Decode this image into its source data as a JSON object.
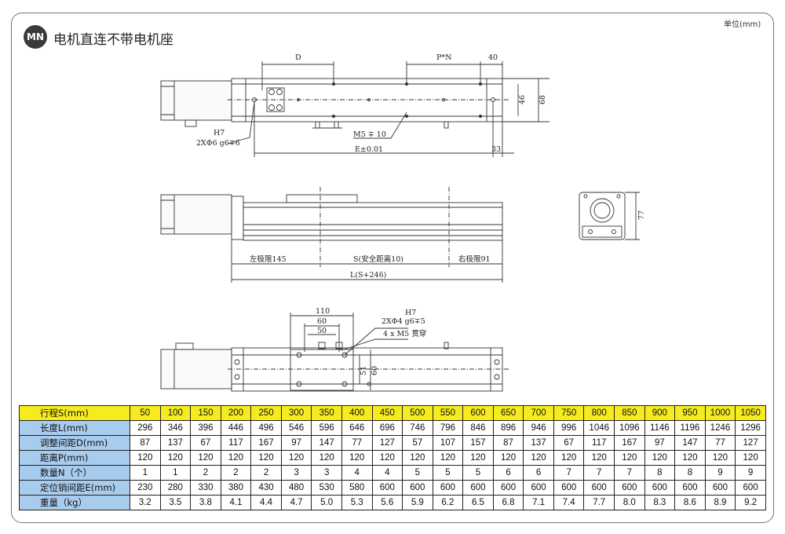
{
  "header": {
    "badge": "MN",
    "title": "电机直连不带电机座",
    "unit": "单位(mm)"
  },
  "drawing": {
    "top_view": {
      "labels": {
        "d": "D",
        "pn": "P*N",
        "forty": "40",
        "h46": "46",
        "h68": "68",
        "h7": "H7",
        "pin_spec": "2XΦ6 g6∓6",
        "m5": "M5 ∓ 10",
        "e": "E±0.01",
        "thirtythree": "33"
      }
    },
    "side_view": {
      "labels": {
        "left_limit": "左极限145",
        "stroke": "S(安全距离10)",
        "right_limit": "右极限91",
        "length": "L(S+246)"
      }
    },
    "end_view": {
      "labels": {
        "h77": "77"
      }
    },
    "bottom_view": {
      "labels": {
        "w110": "110",
        "w60": "60",
        "w50": "50",
        "h7": "H7",
        "pin_spec": "2XΦ4 g6∓5",
        "bolt_spec": "4 x M5 贯穿",
        "h51": "51",
        "h60": "60"
      }
    }
  },
  "spec_table": {
    "rows": [
      {
        "label": "行程S(mm)",
        "values": [
          "50",
          "100",
          "150",
          "200",
          "250",
          "300",
          "350",
          "400",
          "450",
          "500",
          "550",
          "600",
          "650",
          "700",
          "750",
          "800",
          "850",
          "900",
          "950",
          "1000",
          "1050"
        ]
      },
      {
        "label": "长度L(mm)",
        "values": [
          "296",
          "346",
          "396",
          "446",
          "496",
          "546",
          "596",
          "646",
          "696",
          "746",
          "796",
          "846",
          "896",
          "946",
          "996",
          "1046",
          "1096",
          "1146",
          "1196",
          "1246",
          "1296"
        ]
      },
      {
        "label": "调整间距D(mm)",
        "values": [
          "87",
          "137",
          "67",
          "117",
          "167",
          "97",
          "147",
          "77",
          "127",
          "57",
          "107",
          "157",
          "87",
          "137",
          "67",
          "117",
          "167",
          "97",
          "147",
          "77",
          "127"
        ]
      },
      {
        "label": "距离P(mm)",
        "values": [
          "120",
          "120",
          "120",
          "120",
          "120",
          "120",
          "120",
          "120",
          "120",
          "120",
          "120",
          "120",
          "120",
          "120",
          "120",
          "120",
          "120",
          "120",
          "120",
          "120",
          "120"
        ]
      },
      {
        "label": "数量N（个）",
        "values": [
          "1",
          "1",
          "2",
          "2",
          "2",
          "3",
          "3",
          "4",
          "4",
          "5",
          "5",
          "5",
          "6",
          "6",
          "7",
          "7",
          "7",
          "8",
          "8",
          "9",
          "9"
        ]
      },
      {
        "label": "定位销间距E(mm)",
        "values": [
          "230",
          "280",
          "330",
          "380",
          "430",
          "480",
          "530",
          "580",
          "600",
          "600",
          "600",
          "600",
          "600",
          "600",
          "600",
          "600",
          "600",
          "600",
          "600",
          "600",
          "600"
        ]
      },
      {
        "label": "重量（kg）",
        "values": [
          "3.2",
          "3.5",
          "3.8",
          "4.1",
          "4.4",
          "4.7",
          "5.0",
          "5.3",
          "5.6",
          "5.9",
          "6.2",
          "6.5",
          "6.8",
          "7.1",
          "7.4",
          "7.7",
          "8.0",
          "8.3",
          "8.6",
          "8.9",
          "9.2"
        ]
      }
    ]
  },
  "colors": {
    "header_row": "#f5eb1e",
    "label_cells": "#a8ccee",
    "badge": "#3a3a3a"
  }
}
